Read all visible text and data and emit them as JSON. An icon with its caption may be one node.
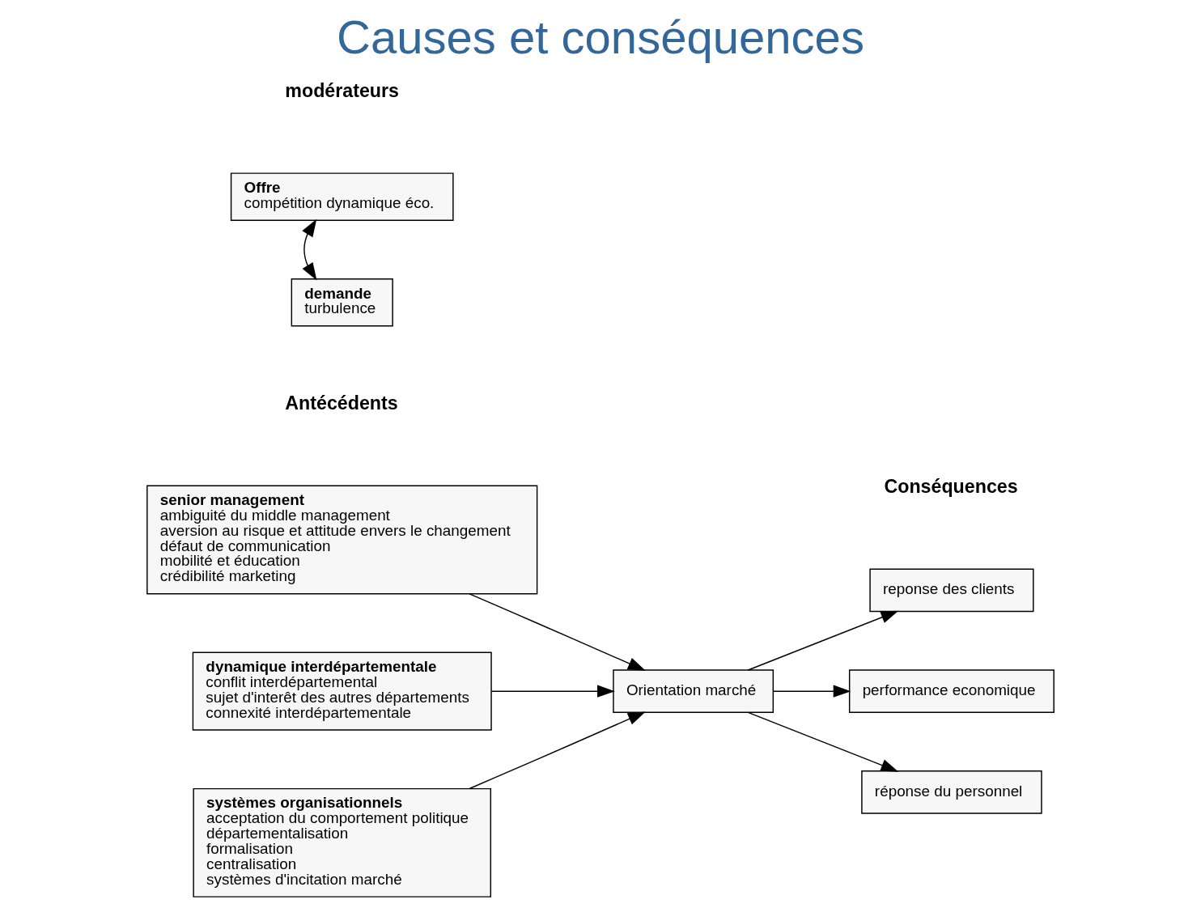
{
  "diagram": {
    "title": "Causes et conséquences",
    "nodes": [
      {
        "text": [
          "senior management",
          "ambiguité du middle management",
          "aversion au risque et attitude envers le changement",
          "défaut de communication",
          "mobilité et éducation",
          "crédibilité marketing"
        ]
      },
      {
        "text": [
          "dynamique interdépartementale",
          "conflit interdépartemental",
          "sujet d'interêt des autres départements",
          "connexité interdépartementale"
        ]
      },
      {
        "text": [
          "systèmes organisationnels",
          "acceptation du comportement politique",
          "départementalisation",
          "formalisation",
          "centralisation",
          "systèmes d'incitation marché"
        ]
      },
      {
        "text": [
          "Orientation marché"
        ]
      },
      {
        "text": [
          "Offre",
          "compétition dynamique éco."
        ]
      },
      {
        "text": [
          "demande",
          "turbulence"
        ]
      },
      {
        "text": [
          "reponse des clients"
        ]
      },
      {
        "text": [
          "performance economique"
        ]
      },
      {
        "text": [
          "réponse du personnel"
        ]
      }
    ],
    "edges": [
      {
        "from": 0,
        "to": 3,
        "arrow": "to"
      },
      {
        "from": 1,
        "to": 3,
        "arrow": "to"
      },
      {
        "from": 2,
        "to": 3,
        "arrow": "to"
      },
      {
        "from": 3,
        "to": 6,
        "arrow": "to"
      },
      {
        "from": 3,
        "to": 7,
        "arrow": "to"
      },
      {
        "from": 3,
        "to": 8,
        "arrow": "to"
      },
      {
        "from": 4,
        "to": 5,
        "arrow": "both"
      }
    ],
    "labels": [
      "Antécédents",
      "modérateurs",
      "Conséquences"
    ]
  }
}
